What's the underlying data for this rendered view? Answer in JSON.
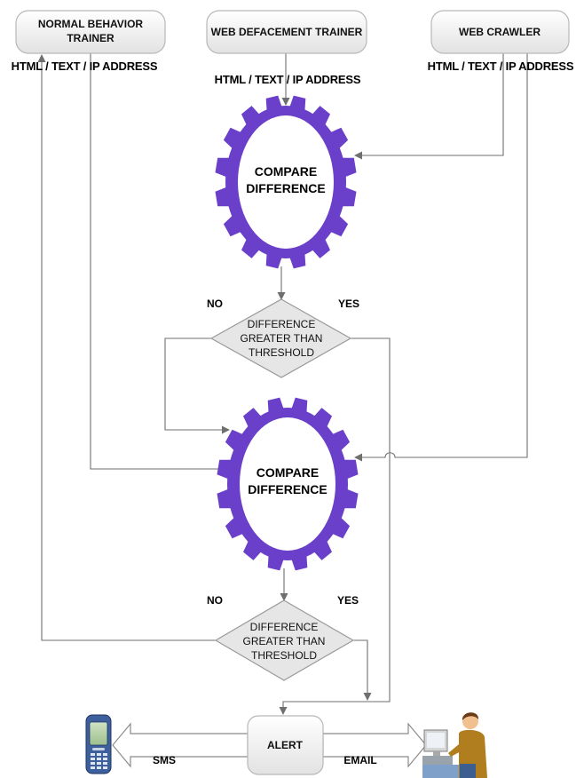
{
  "sources": {
    "normal_behavior": {
      "line1": "NORMAL BEHAVIOR",
      "line2": "TRAINER"
    },
    "web_defacement": {
      "label": "WEB DEFACEMENT TRAINER"
    },
    "web_crawler": {
      "label": "WEB CRAWLER"
    }
  },
  "io_labels": {
    "left": "HTML / TEXT / IP ADDRESS",
    "center": "HTML / TEXT / IP ADDRESS",
    "right": "HTML / TEXT / IP ADDRESS"
  },
  "gear_top": {
    "line1": "COMPARE",
    "line2": "DIFFERENCE"
  },
  "gear_bottom": {
    "line1": "COMPARE",
    "line2": "DIFFERENCE"
  },
  "decision_top": {
    "line1": "DIFFERENCE",
    "line2": "GREATER THAN",
    "line3": "THRESHOLD",
    "no": "NO",
    "yes": "YES"
  },
  "decision_bottom": {
    "line1": "DIFFERENCE",
    "line2": "GREATER THAN",
    "line3": "THRESHOLD",
    "no": "NO",
    "yes": "YES"
  },
  "alert": {
    "label": "ALERT",
    "sms": "SMS",
    "email": "EMAIL"
  },
  "colors": {
    "gear": "#6a3fc9",
    "diamond": "#e6e6e6"
  },
  "icons": {
    "phone": "mobile-phone-icon",
    "user": "computer-user-icon"
  }
}
